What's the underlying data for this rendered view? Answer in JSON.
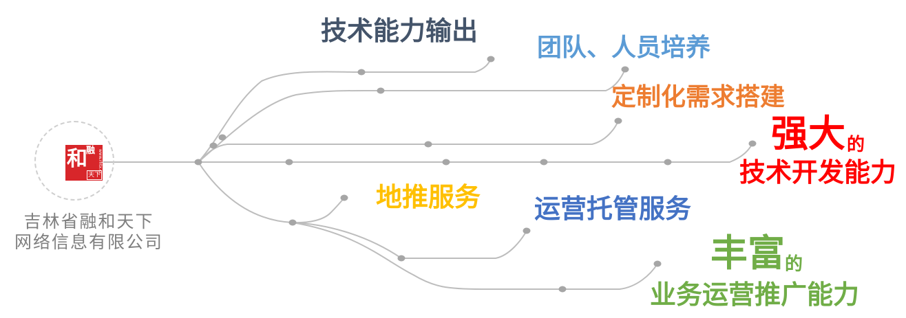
{
  "company": {
    "line1": "吉林省融和天下",
    "line2": "网络信息有限公司"
  },
  "logo": {
    "main_char": "和",
    "small_char": "融",
    "tag": "天下",
    "site": "www.rhtx.cc"
  },
  "labels": {
    "tech_output": "技术能力输出",
    "team_training": "团队、人员培养",
    "custom_build": "定制化需求搭建",
    "strong_big": "强大",
    "strong_de": "的",
    "strong_sub": "技术开发能力",
    "ground_push": "地推服务",
    "ops_hosting": "运营托管服务",
    "rich_big": "丰富",
    "rich_de": "的",
    "rich_sub": "业务运营推广能力"
  },
  "colors": {
    "line": "#bdbdbd",
    "node": "#a6a6a6",
    "navy": "#44546a",
    "blue": "#5b9bd5",
    "orange": "#ed7d31",
    "red": "#ff0000",
    "gold": "#ffc000",
    "royal": "#4472c4",
    "green": "#70ad47"
  }
}
